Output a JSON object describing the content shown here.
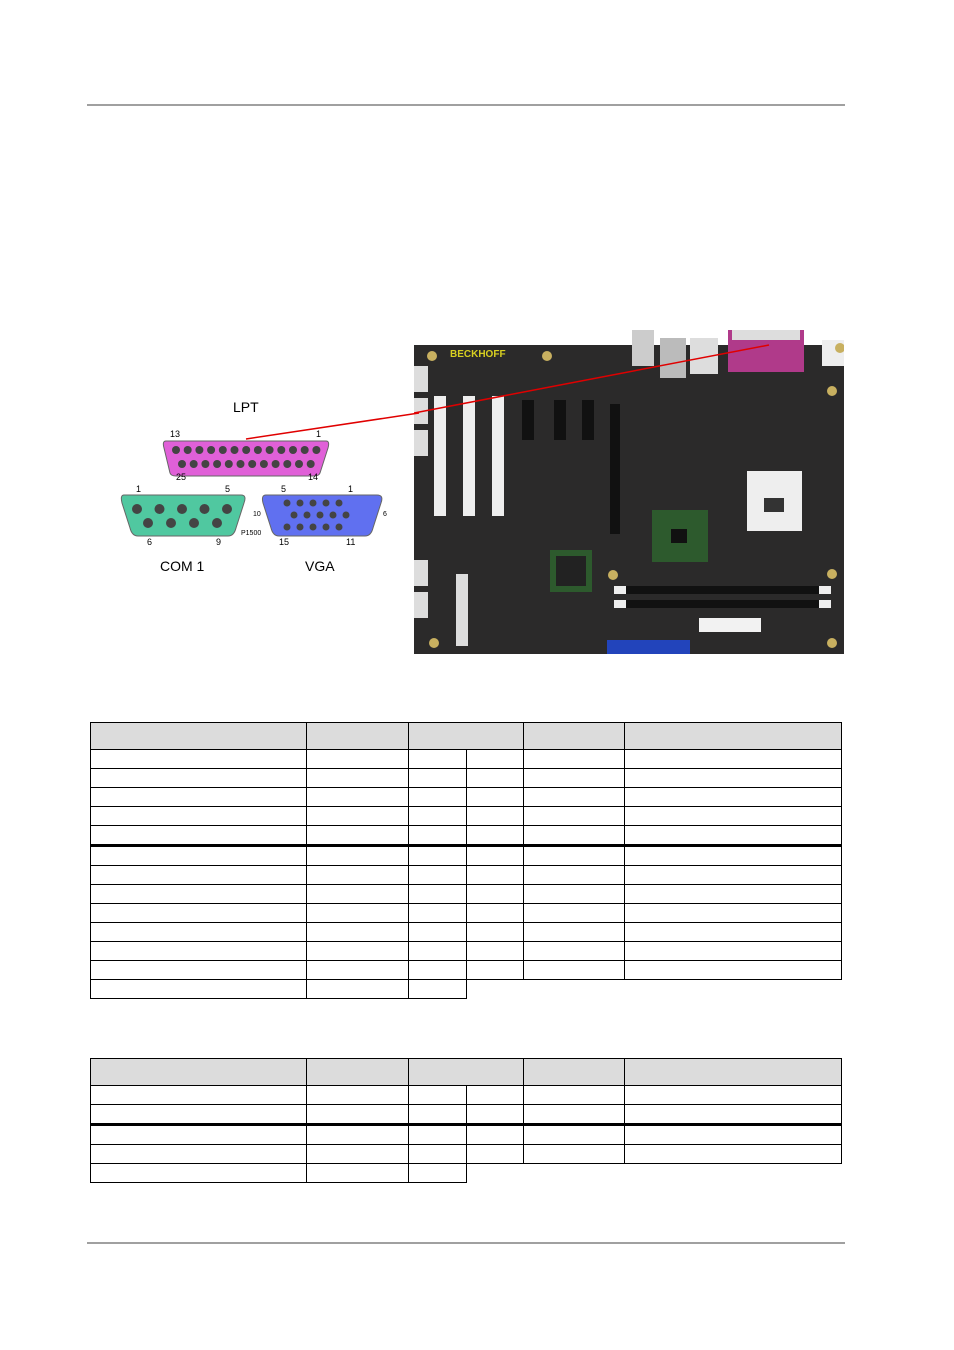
{
  "figure": {
    "connectors": {
      "lpt": {
        "label": "LPT",
        "pins": {
          "top_left": "13",
          "top_right": "1",
          "bottom_left": "25",
          "bottom_right": "14"
        },
        "color": "#e060d8"
      },
      "com": {
        "label": "COM 1",
        "pins": {
          "top_left": "1",
          "top_right": "5",
          "bottom_left": "6",
          "bottom_right": "9"
        },
        "color": "#50c8a0"
      },
      "vga": {
        "label": "VGA",
        "pins": {
          "top_left": "5",
          "top_right": "1",
          "mid_left": "10",
          "mid_right": "6",
          "bottom_left": "15",
          "bottom_right": "11"
        },
        "color": "#6070f0"
      },
      "board_ref": "P1500"
    },
    "board": {
      "brand": "BECKHOFF",
      "pointer_color": "#e00000"
    }
  },
  "tables": [
    {
      "full_rows": 12,
      "thick_after_row": 5,
      "trailing_short_rows": 1
    },
    {
      "full_rows": 4,
      "thick_after_row": 2,
      "trailing_short_rows": 1
    }
  ]
}
